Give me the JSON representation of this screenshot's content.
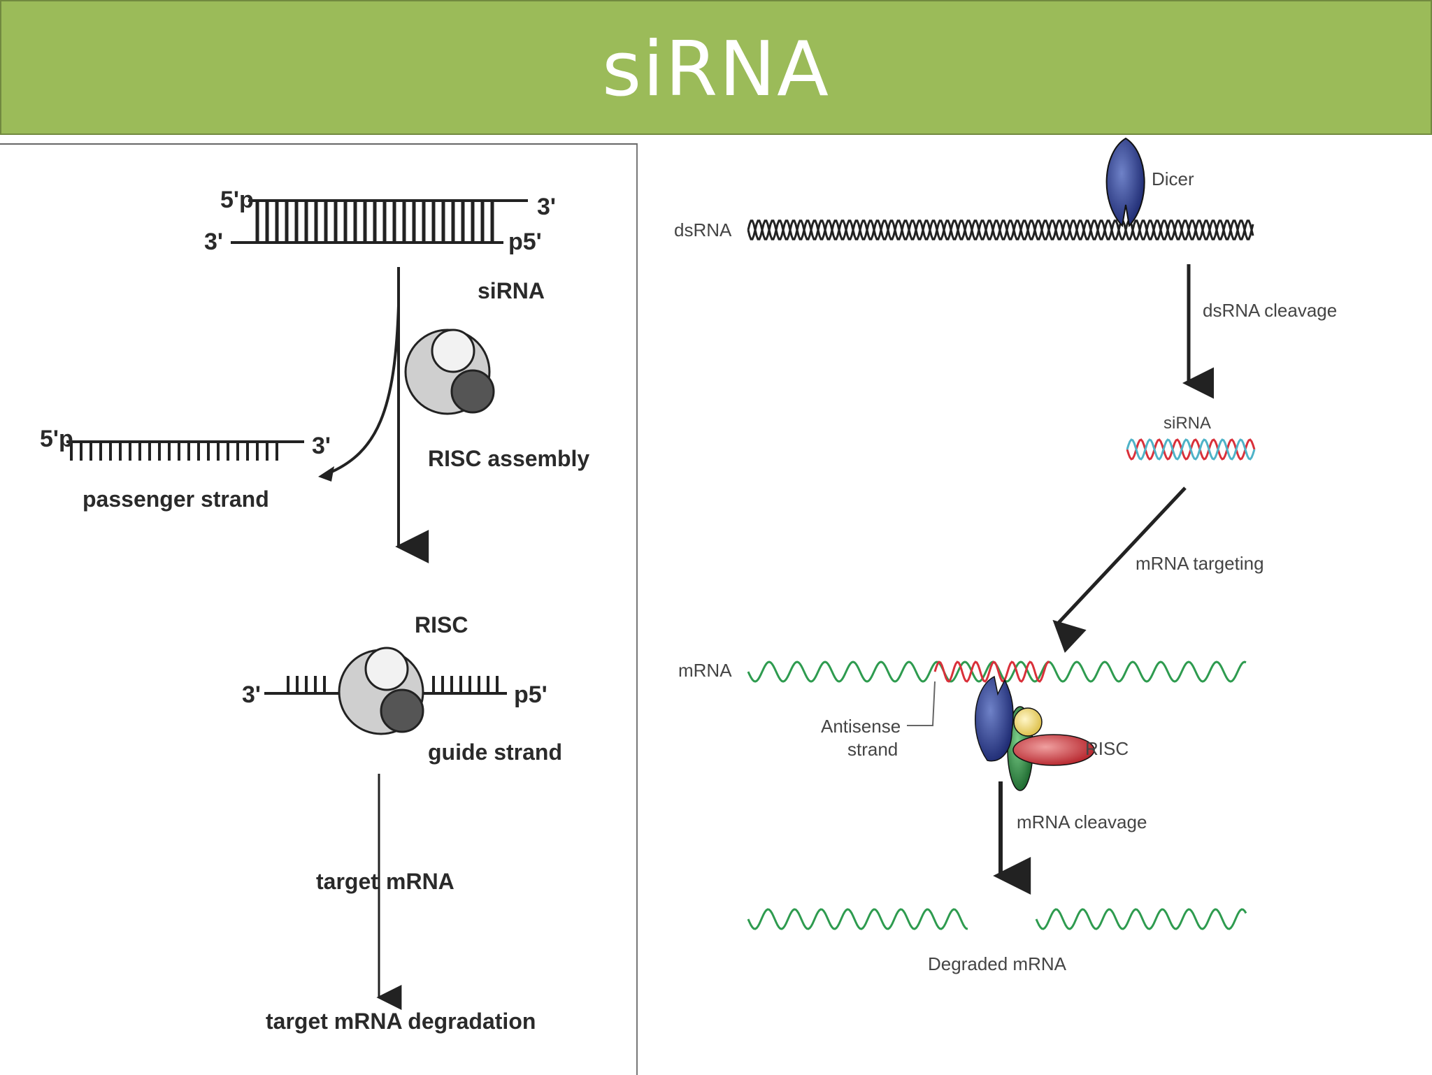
{
  "slide": {
    "title": "siRNA"
  },
  "left_diagram": {
    "sirna_label": "siRNA",
    "duplex_top_5p": "5'p",
    "duplex_top_3p": "3'",
    "duplex_bottom_3p": "3'",
    "duplex_bottom_p5": "p5'",
    "risc_assembly": "RISC assembly",
    "passenger_5p": "5'p",
    "passenger_3p": "3'",
    "passenger_strand": "passenger strand",
    "risc": "RISC",
    "guide_3p": "3'",
    "guide_p5": "p5'",
    "guide_strand": "guide strand",
    "target_left": "target",
    "target_right": "mRNA",
    "degradation": "target mRNA degradation"
  },
  "right_diagram": {
    "dicer": "Dicer",
    "dsrna": "dsRNA",
    "dsrna_cleavage": "dsRNA cleavage",
    "sirna": "siRNA",
    "mrna_targeting": "mRNA targeting",
    "mrna": "mRNA",
    "antisense_line1": "Antisense",
    "antisense_line2": "strand",
    "risc": "RISC",
    "mrna_cleavage": "mRNA cleavage",
    "degraded": "Degraded mRNA"
  },
  "colors": {
    "title_bg": "#9bbb59",
    "title_text": "#ffffff",
    "mrna_green": "#2e9b4f",
    "sirna_red": "#d9303a",
    "sirna_cyan": "#4fb3c8",
    "dicer_blue": "#1f2f7a",
    "risc_red": "#c8242c",
    "risc_green": "#1e7a34",
    "risc_yellow": "#e8d36a"
  }
}
